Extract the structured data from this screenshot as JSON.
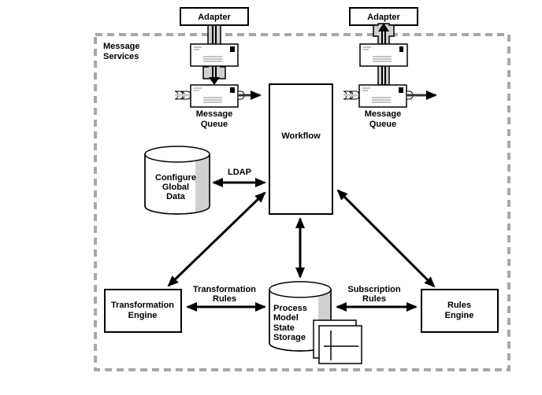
{
  "container": {
    "label_line1": "Message",
    "label_line2": "Services"
  },
  "adapters": [
    {
      "label": "Adapter"
    },
    {
      "label": "Adapter"
    }
  ],
  "queues": [
    {
      "label_line1": "Message",
      "label_line2": "Queue"
    },
    {
      "label_line1": "Message",
      "label_line2": "Queue"
    }
  ],
  "workflow": {
    "label": "Workflow"
  },
  "global_data": {
    "line1": "Configure",
    "line2": "Global",
    "line3": "Data"
  },
  "ldap": {
    "label": "LDAP"
  },
  "transformation_engine": {
    "line1": "Transformation",
    "line2": "Engine"
  },
  "transformation_rules": {
    "line1": "Transformation",
    "line2": "Rules"
  },
  "process_storage": {
    "line1": "Process",
    "line2": "Model",
    "line3": "State",
    "line4": "Storage"
  },
  "subscription_rules": {
    "line1": "Subscription",
    "line2": "Rules"
  },
  "rules_engine": {
    "line1": "Rules",
    "line2": "Engine"
  },
  "colors": {
    "dash": "#a8a8a8",
    "shade": "#d0d0d0",
    "stroke": "#000000"
  }
}
